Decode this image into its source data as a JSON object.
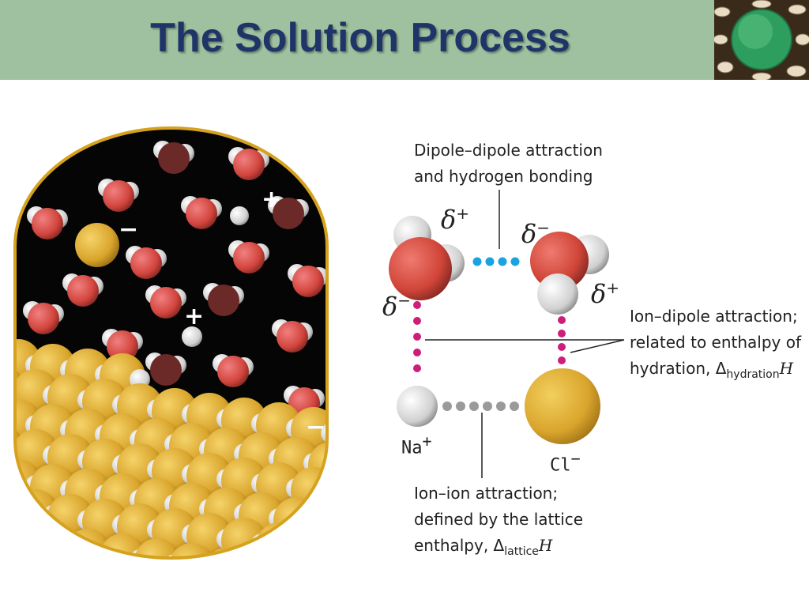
{
  "header": {
    "title": "The Solution Process",
    "bg_color": "#9fc19f",
    "title_color": "#1f3468"
  },
  "corner_image": {
    "icon": "green-sphere-icon"
  },
  "capsule_image": {
    "signs": [
      "+",
      "−",
      "+",
      "−"
    ],
    "ion_colors": {
      "sodium": "#dcdcdc",
      "chloride": "#e0b030"
    }
  },
  "diagram": {
    "top_label_line1": "Dipole–dipole attraction",
    "top_label_line2": "and hydrogen bonding",
    "right_label_line1": "Ion–dipole attraction;",
    "right_label_line2": "related to enthalpy of",
    "right_label_line3_prefix": "hydration, Δ",
    "right_label_line3_sub": "hydration",
    "right_label_line3_suffix": "H",
    "bottom_label_line1": "Ion–ion attraction;",
    "bottom_label_line2": "defined by the lattice",
    "bottom_label_line3_prefix": "enthalpy, Δ",
    "bottom_label_line3_sub": "lattice",
    "bottom_label_line3_suffix": "H",
    "delta_symbol": "δ",
    "plus": "+",
    "minus": "−",
    "na_label": "Na",
    "cl_label": "Cl",
    "colors": {
      "dipole_dots": "#1aa3e0",
      "ion_dipole_dots": "#cc1e7a",
      "ion_ion_dots": "#9a9a9a"
    }
  }
}
